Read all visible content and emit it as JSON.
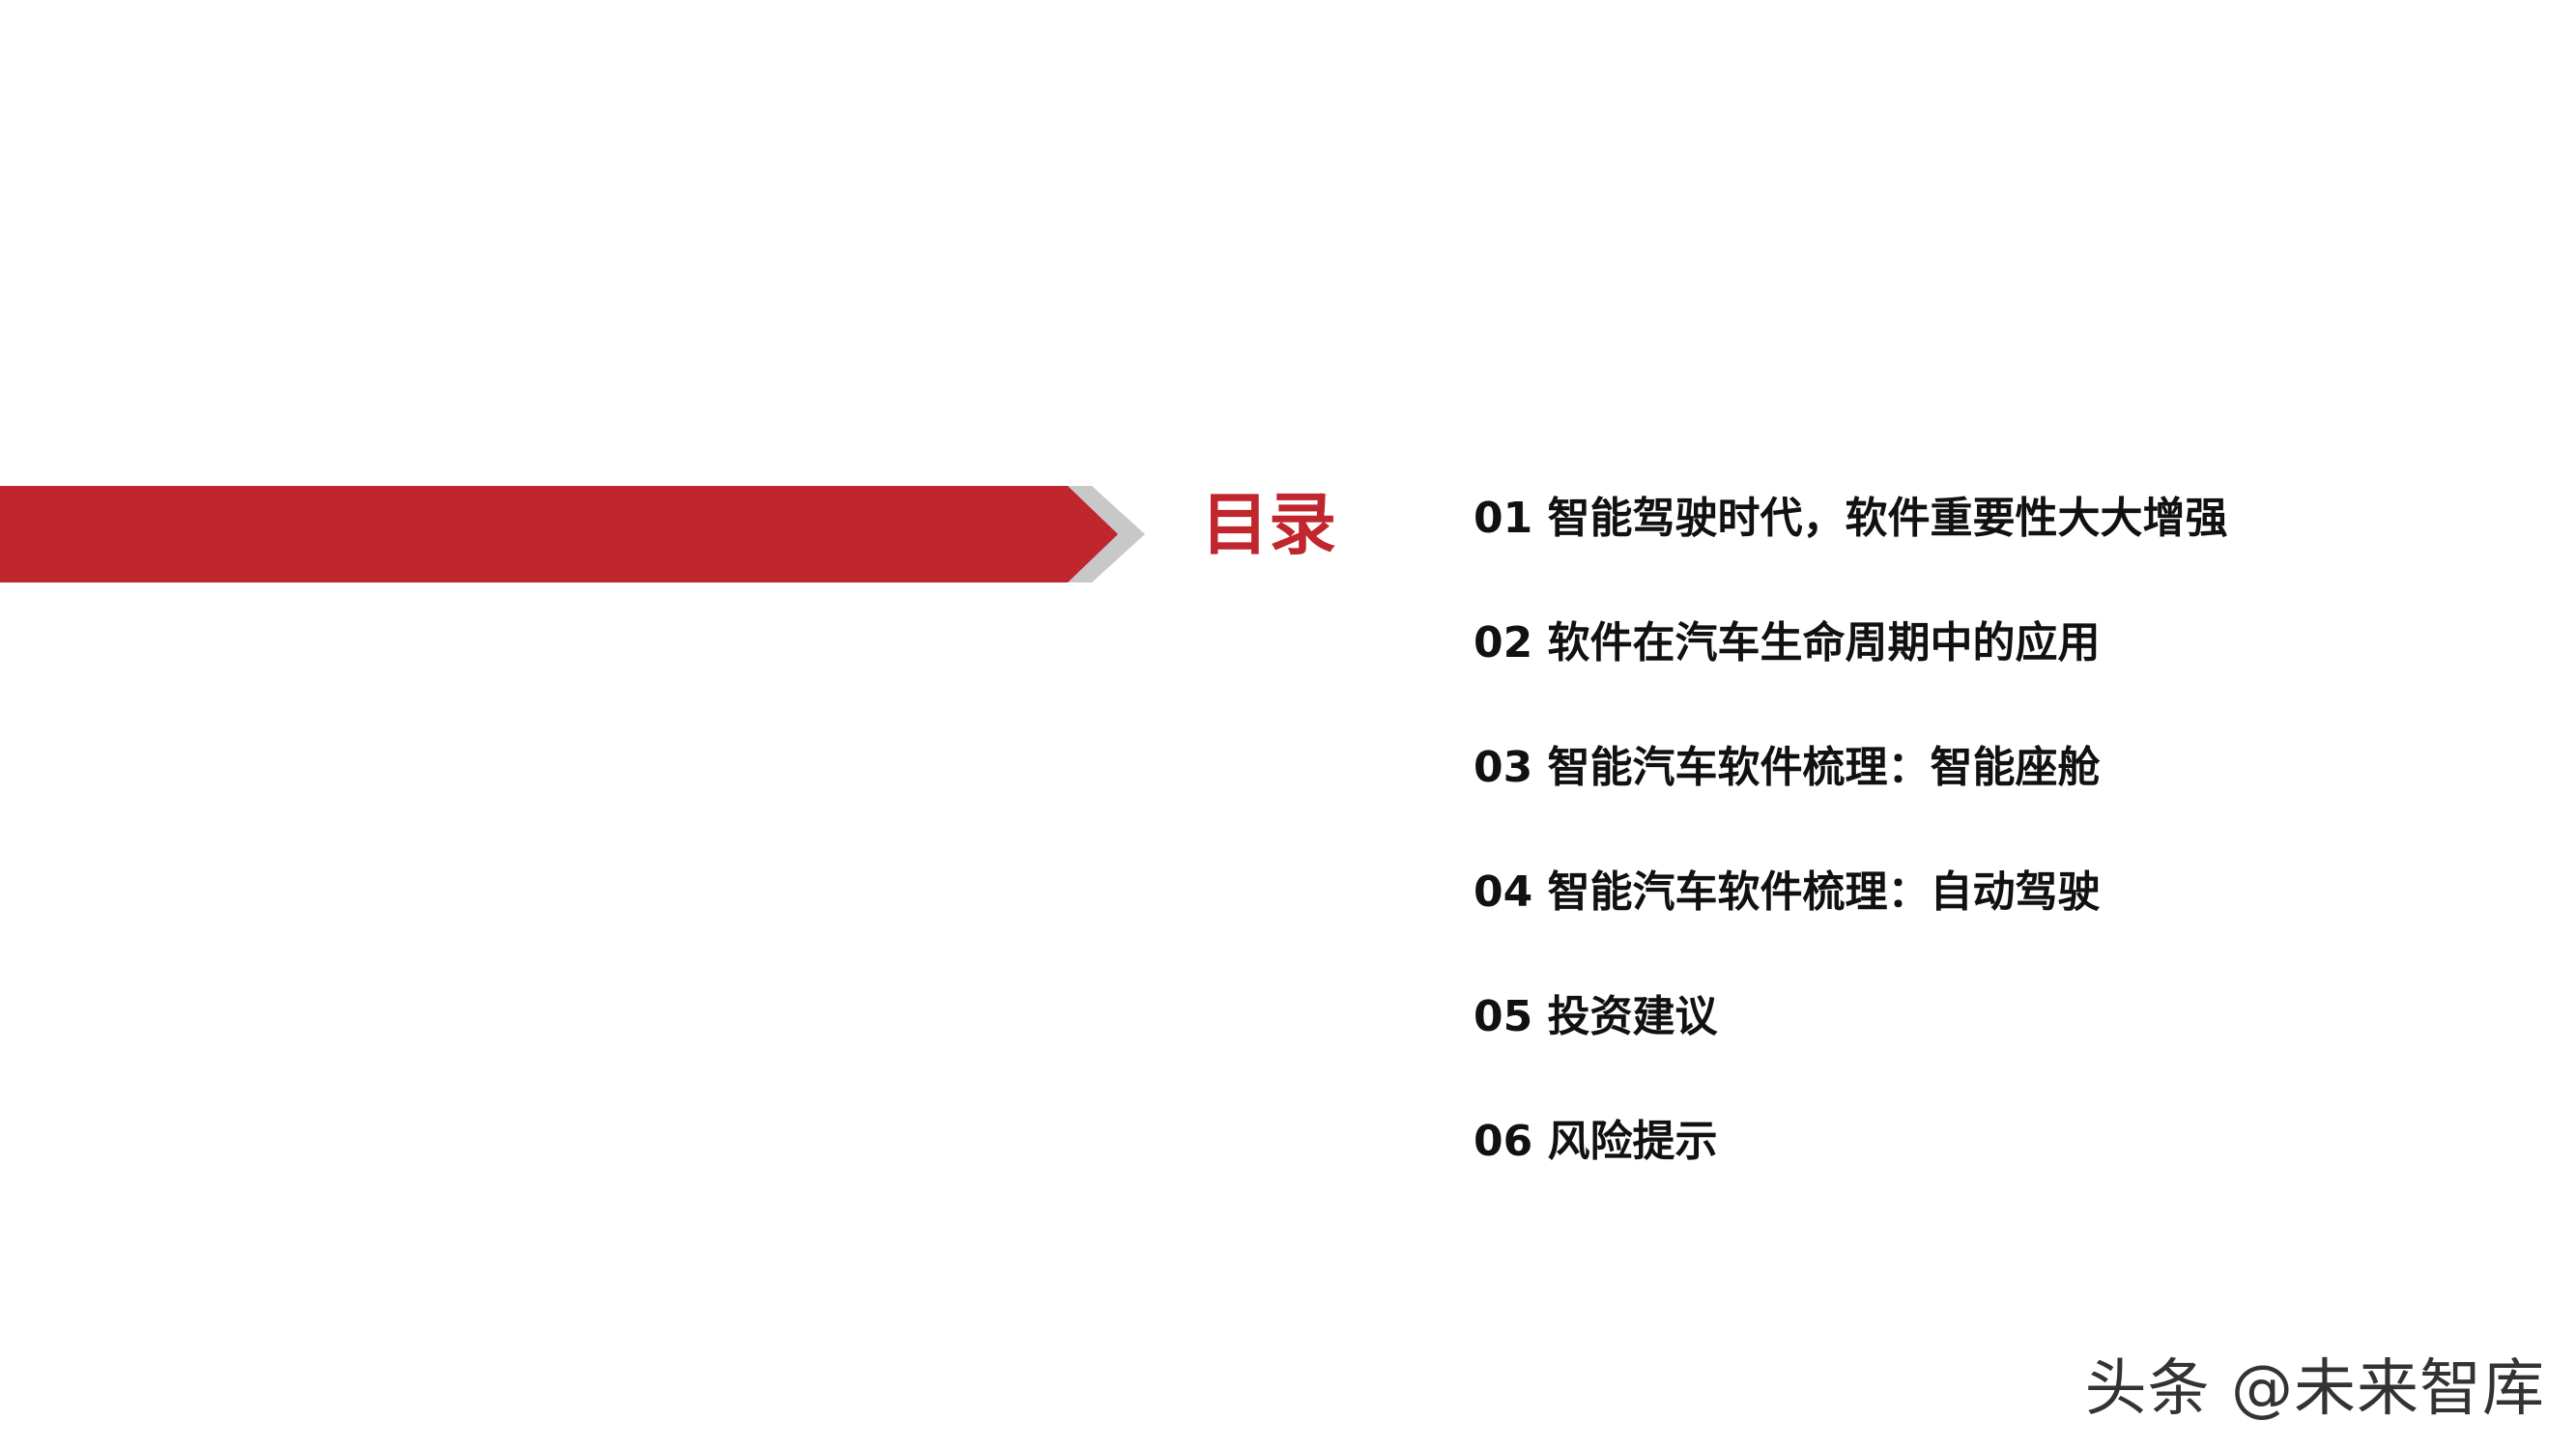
{
  "toc": {
    "title": "目录",
    "items": [
      {
        "label": "01 智能驾驶时代，软件重要性大大增强"
      },
      {
        "label": "02 软件在汽车生命周期中的应用"
      },
      {
        "label": "03 智能汽车软件梳理：智能座舱"
      },
      {
        "label": "04 智能汽车软件梳理：自动驾驶"
      },
      {
        "label": "05 投资建议"
      },
      {
        "label": "06 风险提示"
      }
    ]
  },
  "watermark": {
    "text": "头条 @未来智库"
  },
  "colors": {
    "accent_red": "#c0262d",
    "arrow_gray": "#c8c8c8",
    "text_dark": "#111111"
  }
}
